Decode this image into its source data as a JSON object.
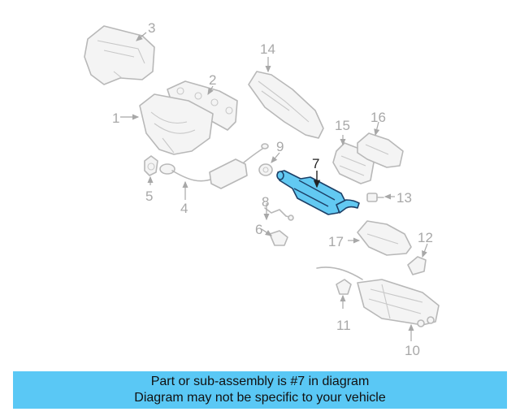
{
  "diagram": {
    "highlighted_part": "7",
    "callouts": [
      "1",
      "2",
      "3",
      "4",
      "5",
      "6",
      "7",
      "8",
      "9",
      "10",
      "11",
      "12",
      "13",
      "14",
      "15",
      "16",
      "17"
    ]
  },
  "banner": {
    "line1": "Part or sub-assembly is #7 in diagram",
    "line2": "Diagram may not be specific to your vehicle"
  },
  "colors": {
    "banner_bg": "#5ac8f5",
    "highlight": "#62c9f2",
    "part_outline": "#b8b8b8"
  }
}
